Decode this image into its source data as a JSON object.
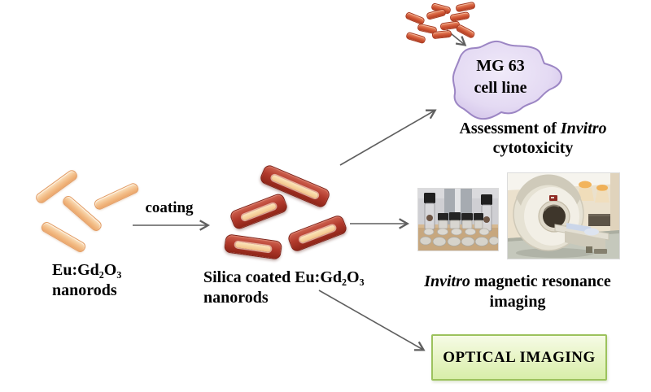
{
  "labels": {
    "left_material_line1": "Eu:Gd₂O₃",
    "left_material_line2": "nanorods",
    "coating": "coating",
    "coated_material_line1": "Silica coated Eu:Gd₂O₃",
    "coated_material_line2": "nanorods",
    "cell_line1": "MG 63",
    "cell_line2": "cell line",
    "cytotoxicity_prefix": "Assessment of ",
    "cytotoxicity_italic": "Invitro",
    "cytotoxicity_line2": "cytotoxicity",
    "mri_italic": "Invitro",
    "mri_suffix": " magnetic resonance",
    "mri_line2": "imaging",
    "optical": "OPTICAL IMAGING"
  },
  "icons": {
    "left_cluster": "pale-nanorod-cluster",
    "middle_cluster": "silica-coated-nanorod-cluster",
    "top_cluster": "nanorod-suspension-cluster",
    "cell_blob": "mg63-cell-blob",
    "vials_photo": "sample-vials-photo",
    "mri_photo": "mri-scanner-photo"
  },
  "colors": {
    "plain_rod": "#F3BE89",
    "plain_rod_border": "#E39C63",
    "coated_rod": "#B23A2C",
    "coated_rod_border": "#7E1F15",
    "coated_rod_core": "#F6D5A0",
    "small_rod": "#CE5434",
    "cell_fill": "#E6DDF4",
    "cell_border": "#9C86C4",
    "optical_fill_top": "#F5FBE3",
    "optical_fill_bottom": "#D8EEA9",
    "optical_border": "#9CC25D",
    "arrow": "#5F5F5F",
    "text": "#000000"
  }
}
